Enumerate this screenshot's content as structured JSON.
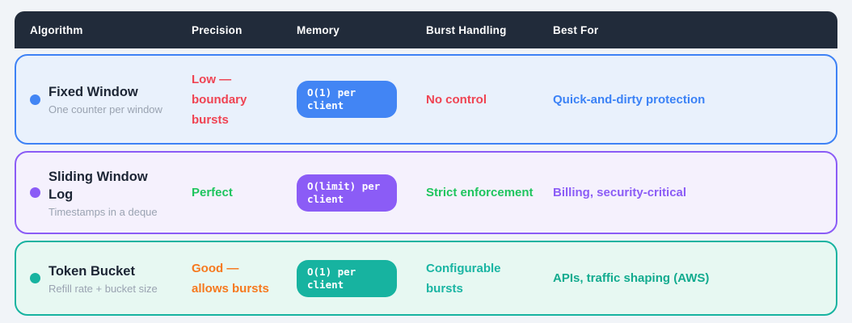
{
  "table": {
    "columns": [
      "Algorithm",
      "Precision",
      "Memory",
      "Burst Handling",
      "Best For"
    ],
    "rows": [
      {
        "name": "Fixed Window",
        "subtitle": "One counter per window",
        "precision": "Low —\nboundary\nbursts",
        "memory": "O(1) per client",
        "burst": "No control",
        "best": "Quick-and-dirty protection",
        "colors": {
          "accent": "#4285f4",
          "border": "#3e82f5",
          "background": "#e9f1fc",
          "precision": "#ef4453",
          "burst": "#ef4453",
          "best": "#3b82f6"
        }
      },
      {
        "name": "Sliding Window\nLog",
        "subtitle": "Timestamps in a deque",
        "precision": "Perfect",
        "memory": "O(limit) per client",
        "burst": "Strict enforcement",
        "best": "Billing, security-critical",
        "colors": {
          "accent": "#8b5cf6",
          "border": "#8b5cf6",
          "background": "#f5f1fd",
          "precision": "#1fc55e",
          "burst": "#1fc55e",
          "best": "#8b5cf6"
        }
      },
      {
        "name": "Token Bucket",
        "subtitle": "Refill rate + bucket size",
        "precision": "Good —\nallows bursts",
        "memory": "O(1) per client",
        "burst": "Configurable\nbursts",
        "best": "APIs, traffic shaping (AWS)",
        "colors": {
          "accent": "#17b3a0",
          "border": "#17b3a0",
          "background": "#e7f8f2",
          "precision": "#f6791f",
          "burst": "#1ab5a3",
          "best": "#12ab8f"
        }
      }
    ]
  }
}
